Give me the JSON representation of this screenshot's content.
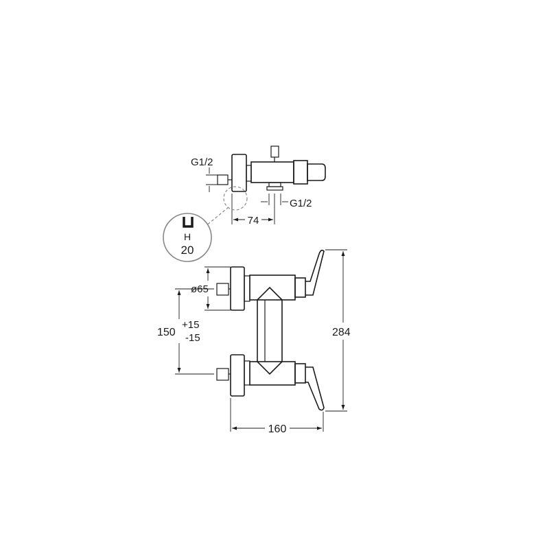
{
  "dimensions": {
    "g_left": "G1/2",
    "g_right": "G1/2",
    "d74": "74",
    "d284": "284",
    "d160": "160",
    "diameter": "ø65",
    "d150": "150",
    "tol_plus": "+15",
    "tol_minus": "-15"
  },
  "detail": {
    "letter": "H",
    "value": "20"
  }
}
